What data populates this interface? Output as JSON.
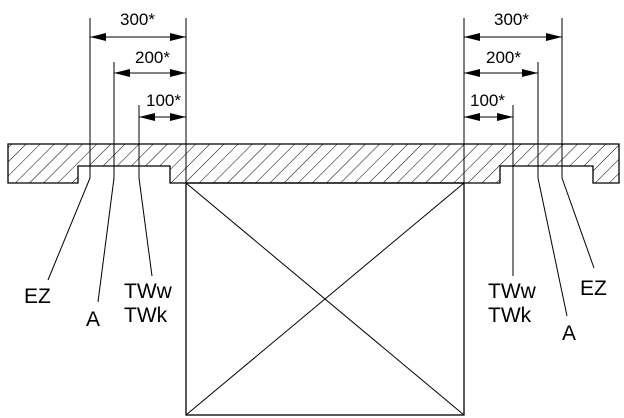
{
  "colors": {
    "ink": "#000000",
    "background": "#ffffff"
  },
  "left": {
    "dimensions": {
      "d300": "300*",
      "d200": "200*",
      "d100": "100*"
    },
    "labels": {
      "ez": "EZ",
      "a": "A",
      "tww": "TWw",
      "twk": "TWk"
    }
  },
  "right": {
    "dimensions": {
      "d300": "300*",
      "d200": "200*",
      "d100": "100*"
    },
    "labels": {
      "ez": "EZ",
      "a": "A",
      "tww": "TWw",
      "twk": "TWk"
    }
  }
}
